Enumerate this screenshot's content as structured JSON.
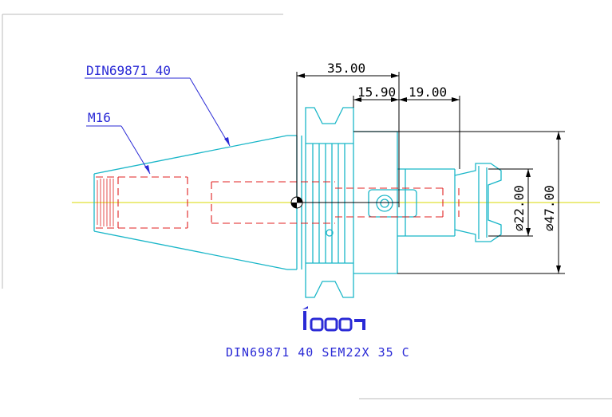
{
  "drawing": {
    "labels": {
      "taper": "DIN69871 40",
      "thread": "M16"
    },
    "dimensions": {
      "overall_length": "35.00",
      "flange_to_center": "15.90",
      "center_to_end": "19.00",
      "bore_diameter": "⌀22.00",
      "outer_diameter": "⌀47.00"
    },
    "logo": "iscar",
    "title": "DIN69871 40 SEM22X 35 C",
    "colors": {
      "outline": "#19b6c8",
      "hidden": "#e02020",
      "leader": "#2a2ad6",
      "dimension": "#000000",
      "centerline": "#d8d800"
    }
  }
}
